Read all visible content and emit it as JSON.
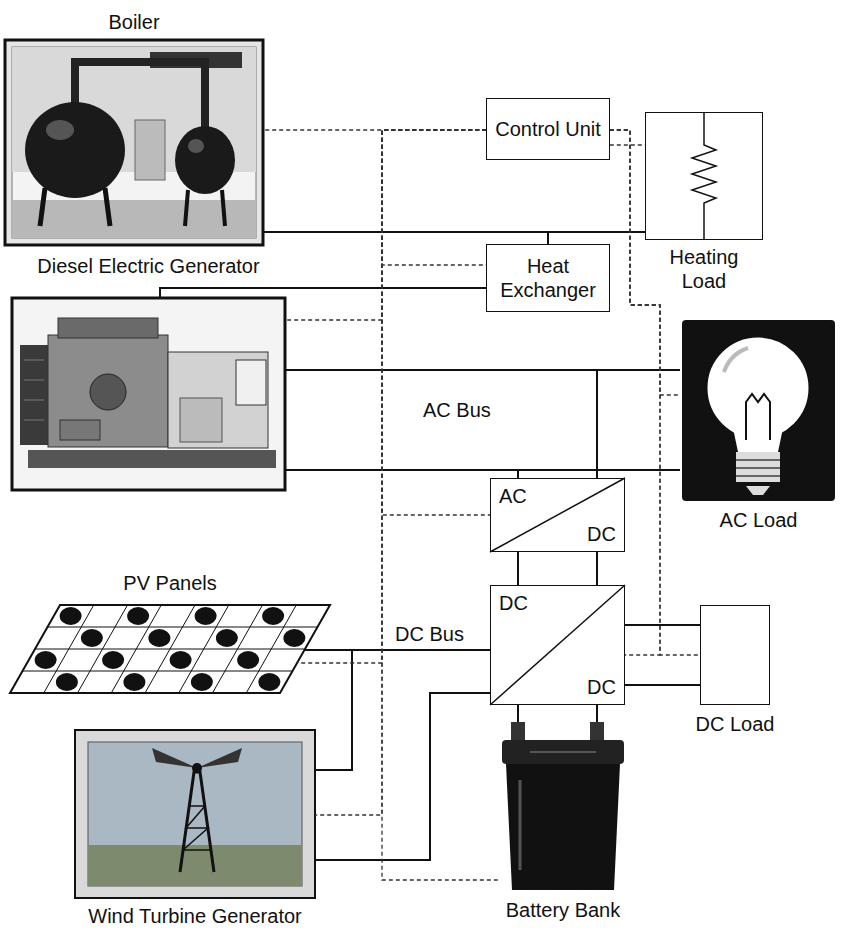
{
  "diagram": {
    "nodes": [
      {
        "text": [
          "Boiler"
        ]
      },
      {
        "text": [
          "Control Unit"
        ]
      },
      {
        "text": [
          "Heating Load"
        ]
      },
      {
        "text": [
          "Diesel Electric Generator"
        ]
      },
      {
        "text": [
          "Heat Exchanger"
        ]
      },
      {
        "text": [
          "AC Load"
        ]
      },
      {
        "text": [
          "AC",
          "DC"
        ]
      },
      {
        "text": [
          "PV Panels"
        ]
      },
      {
        "text": [
          "DC",
          "DC"
        ]
      },
      {
        "text": [
          "DC Load"
        ]
      },
      {
        "text": [
          "Wind Turbine Generator"
        ]
      },
      {
        "text": [
          "Battery Bank"
        ]
      }
    ],
    "edges": [
      {
        "from": 0,
        "to": 2,
        "arrow": "none"
      },
      {
        "from": 4,
        "to": 2,
        "arrow": "none"
      },
      {
        "from": 3,
        "to": 4,
        "arrow": "none"
      },
      {
        "from": 3,
        "to": 5,
        "arrow": "none"
      },
      {
        "from": 6,
        "to": 5,
        "arrow": "none"
      },
      {
        "from": 6,
        "to": 8,
        "arrow": "none"
      },
      {
        "from": 8,
        "to": 9,
        "arrow": "none"
      },
      {
        "from": 8,
        "to": 11,
        "arrow": "none"
      },
      {
        "from": 7,
        "to": 8,
        "arrow": "none"
      },
      {
        "from": 10,
        "to": 8,
        "arrow": "none"
      },
      {
        "from": 1,
        "to": 0,
        "arrow": "none"
      },
      {
        "from": 1,
        "to": 3,
        "arrow": "none"
      },
      {
        "from": 1,
        "to": 4,
        "arrow": "none"
      },
      {
        "from": 1,
        "to": 6,
        "arrow": "none"
      },
      {
        "from": 1,
        "to": 7,
        "arrow": "none"
      },
      {
        "from": 1,
        "to": 10,
        "arrow": "none"
      },
      {
        "from": 1,
        "to": 11,
        "arrow": "none"
      },
      {
        "from": 1,
        "to": 2,
        "arrow": "none"
      },
      {
        "from": 1,
        "to": 5,
        "arrow": "none"
      },
      {
        "from": 1,
        "to": 9,
        "arrow": "none"
      },
      {
        "from": 1,
        "to": 8,
        "arrow": "none"
      }
    ],
    "labels": [
      "AC Bus",
      "DC Bus"
    ]
  }
}
